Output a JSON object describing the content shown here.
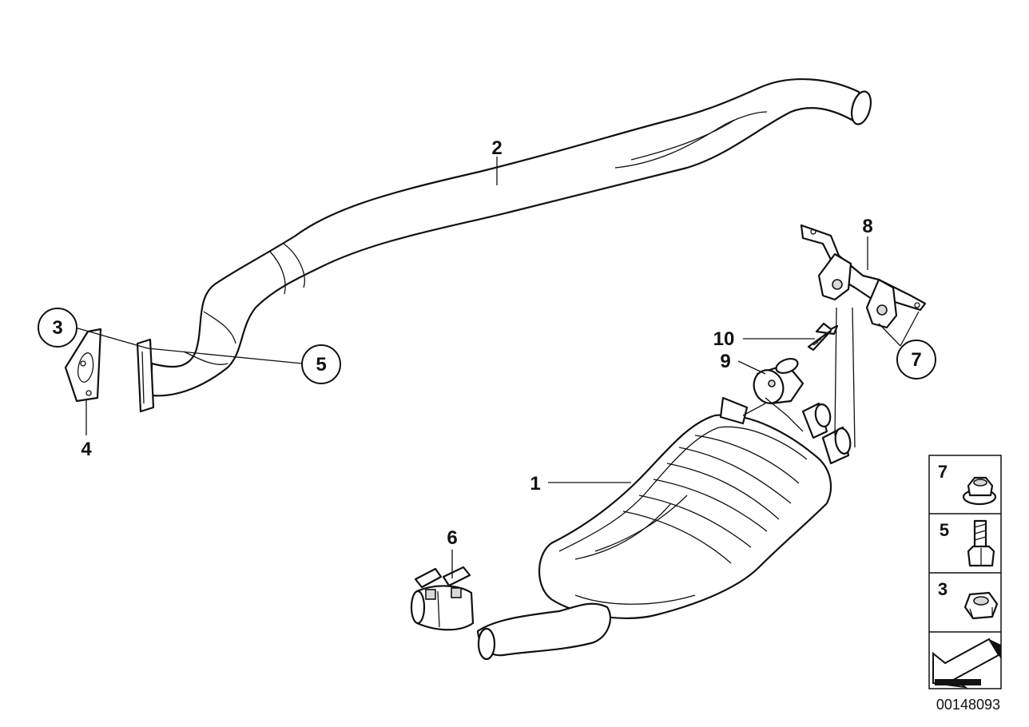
{
  "diagram": {
    "doc_number": "00148093",
    "callouts": {
      "c1": "1",
      "c2": "2",
      "c3": "3",
      "c4": "4",
      "c5": "5",
      "c6": "6",
      "c7": "7",
      "c8": "8",
      "c9": "9",
      "c10": "10"
    },
    "legend": {
      "items": [
        {
          "num": "7",
          "icon": "flange-nut-icon"
        },
        {
          "num": "5",
          "icon": "hex-bolt-icon"
        },
        {
          "num": "3",
          "icon": "hex-nut-icon"
        }
      ],
      "arrow_icon": "direction-arrow-icon"
    }
  }
}
